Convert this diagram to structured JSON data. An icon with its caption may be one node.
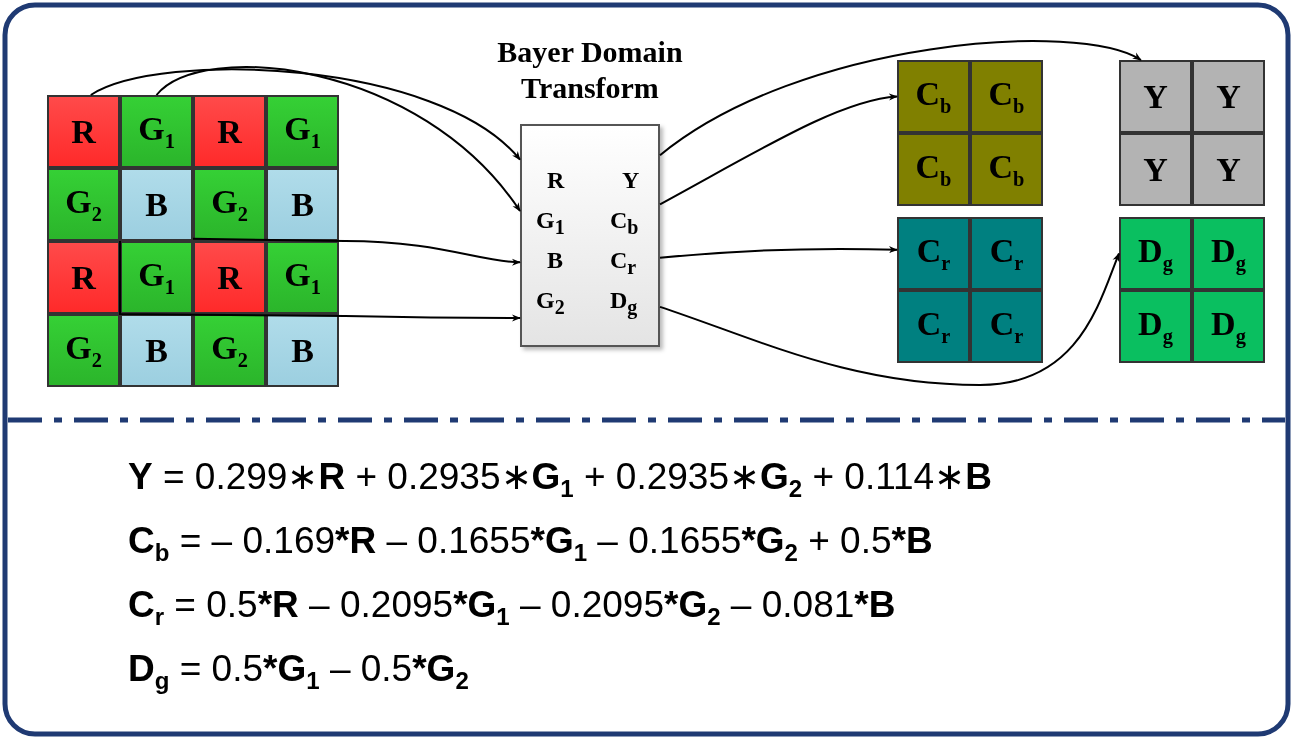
{
  "diagram": {
    "nodes": [
      {
        "text": [
          "R"
        ]
      },
      {
        "text": [
          "G$_{1}$"
        ]
      },
      {
        "text": [
          "R"
        ]
      },
      {
        "text": [
          "G$_{1}$"
        ]
      },
      {
        "text": [
          "G$_{2}$"
        ]
      },
      {
        "text": [
          "B"
        ]
      },
      {
        "text": [
          "G$_{2}$"
        ]
      },
      {
        "text": [
          "B"
        ]
      },
      {
        "text": [
          "R"
        ]
      },
      {
        "text": [
          "G$_{1}$"
        ]
      },
      {
        "text": [
          "R"
        ]
      },
      {
        "text": [
          "G$_{1}$"
        ]
      },
      {
        "text": [
          "G$_{2}$"
        ]
      },
      {
        "text": [
          "B"
        ]
      },
      {
        "text": [
          "G$_{2}$"
        ]
      },
      {
        "text": [
          "B"
        ]
      },
      {
        "text": [
          "Bayer Domain Transform",
          "R",
          "G$_{1}$",
          "B",
          "G$_{2}$",
          "Y",
          "C$_{b}$",
          "C$_{r}$",
          "D$_{g}$"
        ]
      },
      {
        "text": [
          "C$_{b}$"
        ]
      },
      {
        "text": [
          "C$_{b}$"
        ]
      },
      {
        "text": [
          "C$_{b}$"
        ]
      },
      {
        "text": [
          "C$_{b}$"
        ]
      },
      {
        "text": [
          "Y"
        ]
      },
      {
        "text": [
          "Y"
        ]
      },
      {
        "text": [
          "Y"
        ]
      },
      {
        "text": [
          "Y"
        ]
      },
      {
        "text": [
          "C$_{r}$"
        ]
      },
      {
        "text": [
          "C$_{r}$"
        ]
      },
      {
        "text": [
          "C$_{r}$"
        ]
      },
      {
        "text": [
          "C$_{r}$"
        ]
      },
      {
        "text": [
          "D$_{g}$"
        ]
      },
      {
        "text": [
          "D$_{g}$"
        ]
      },
      {
        "text": [
          "D$_{g}$"
        ]
      },
      {
        "text": [
          "D$_{g}$"
        ]
      }
    ],
    "edges": [
      {
        "from": 0,
        "to": 16,
        "arrow": "to"
      },
      {
        "from": 1,
        "to": 16,
        "arrow": "to"
      },
      {
        "from": 5,
        "to": 16,
        "arrow": "to"
      },
      {
        "from": 4,
        "to": 16,
        "arrow": "to"
      },
      {
        "from": 16,
        "to": 21,
        "arrow": "to"
      },
      {
        "from": 16,
        "to": 17,
        "arrow": "to"
      },
      {
        "from": 16,
        "to": 25,
        "arrow": "to"
      },
      {
        "from": 16,
        "to": 29,
        "arrow": "to"
      }
    ],
    "labels": [
      "**Y** = 0.299∗**R** + 0.2935∗**G**$_{1}$ + 0.2935∗**G**$_{2}$ + 0.114∗**B**",
      "**C**$_{b}$ = – 0.169***R** – 0.1655***G**$_{1}$ – 0.1655***G**$_{2}$ + 0.5***B**",
      "**C**$_{r}$ = 0.5***R** – 0.2095***G**$_{1}$ – 0.2095***G**$_{2}$ – 0.081***B**",
      "**D**$_{g}$ = 0.5***G**$_{1}$ – 0.5***G**$_{2}$"
    ]
  }
}
